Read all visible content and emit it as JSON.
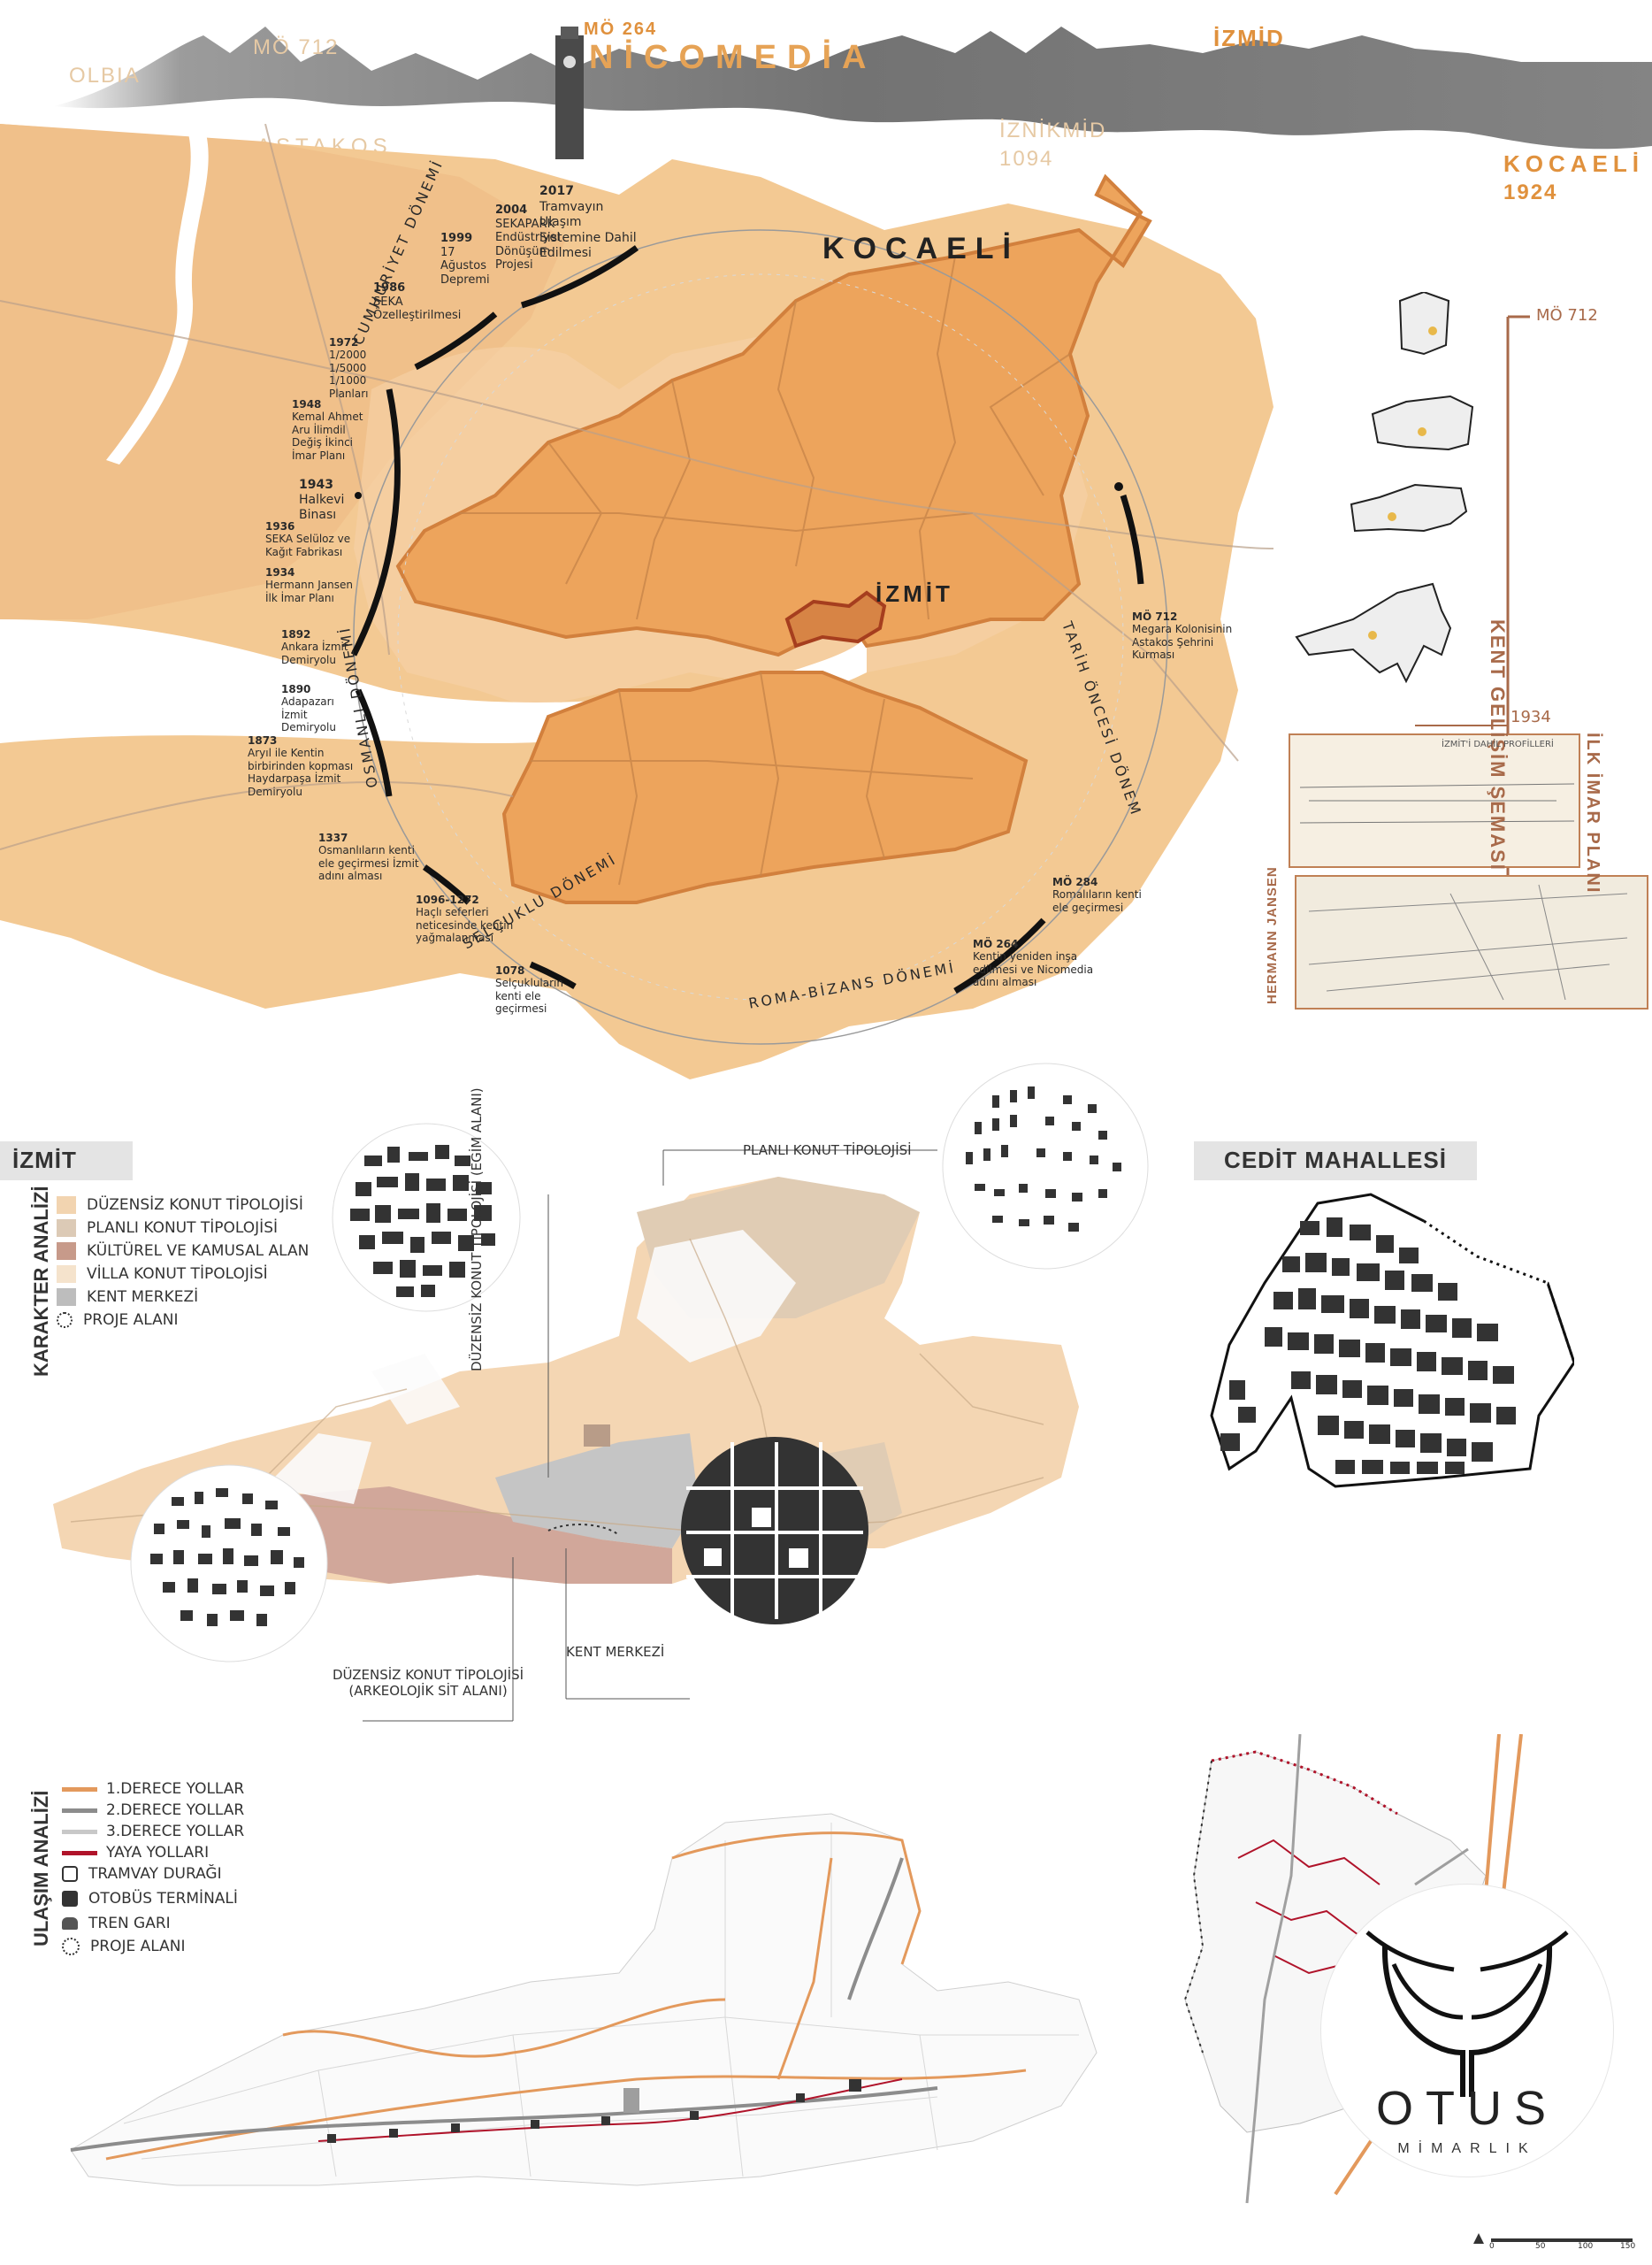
{
  "header": {
    "olbia": "OLBIA",
    "mo712": "MÖ 712",
    "astakos": "ASTAKOS",
    "mo264": "MÖ 264",
    "nicomedia": "NİCOMEDİA",
    "iznikmid": "İZNİKMİD",
    "year1094": "1094",
    "izmid": "İZMİD",
    "kocaeli": "KOCAELİ",
    "year1924": "1924"
  },
  "map": {
    "region_title": "KOCAELİ",
    "city_label": "İZMİT",
    "eras": {
      "cumhuriyet": "CUMHURİYET DÖNEMİ",
      "osmanli": "OSMANLI DÖNEMİ",
      "selcuklu": "SELÇUKLU DÖNEMİ",
      "roma": "ROMA-BİZANS DÖNEMİ",
      "tarih_oncesi": "TARİH ÖNCESİ DÖNEM"
    },
    "events": [
      {
        "year": "2017",
        "text": "Tramvayın Ulaşım Sistemine Dahil Edilmesi"
      },
      {
        "year": "2004",
        "text": "SEKAPARK Endüstriyel Dönüşüm Projesi"
      },
      {
        "year": "1999",
        "text": "17 Ağustos Depremi"
      },
      {
        "year": "1986",
        "text": "SEKA Özelleştirilmesi"
      },
      {
        "year": "1972",
        "text": "1/2000 1/5000 1/1000 Planları"
      },
      {
        "year": "1948",
        "text": "Kemal Ahmet Aru İlimdil Değiş İkinci İmar Planı"
      },
      {
        "year": "1943",
        "text": "Halkevi Binası"
      },
      {
        "year": "1936",
        "text": "SEKA Selüloz ve Kağıt Fabrikası"
      },
      {
        "year": "1934",
        "text": "Hermann Jansen İlk İmar Planı"
      },
      {
        "year": "1892",
        "text": "Ankara İzmit Demiryolu"
      },
      {
        "year": "1890",
        "text": "Adapazarı İzmit Demiryolu"
      },
      {
        "year": "1873",
        "text": "Aryıl ile Kentin birbirinden kopması Haydarpaşa İzmit Demiryolu"
      },
      {
        "year": "1337",
        "text": "Osmanlıların kenti ele geçirmesi İzmit adını alması"
      },
      {
        "year": "1096-1272",
        "text": "Haçlı seferleri neticesinde kentin yağmalanması"
      },
      {
        "year": "1078",
        "text": "Selçukluların kenti ele geçirmesi"
      },
      {
        "year": "MÖ 264",
        "text": "Kentin yeniden inşa edilmesi ve Nicomedia adını alması"
      },
      {
        "year": "MÖ 284",
        "text": "Romalıların kenti ele geçirmesi"
      },
      {
        "year": "MÖ 712",
        "text": "Megara Kolonisinin Astakos Şehrini Kurması"
      }
    ]
  },
  "kent": {
    "title": "KENT GELİŞİM ŞEMASI",
    "start": "MÖ 712",
    "mid": "1934",
    "plan_label": "İLK İMAR PLANI",
    "jansen_label": "HERMANN JANSEN",
    "plan_header": "İZMİT'İ DAHİL PROFİLLERİ"
  },
  "izmit": {
    "label": "İZMİT",
    "vertical_label": "KARAKTER ANALİZİ",
    "legend": [
      {
        "text": "DÜZENSİZ KONUT TİPOLOJİSİ",
        "color": "#f2d4b0"
      },
      {
        "text": "PLANLI KONUT TİPOLOJİSİ",
        "color": "#dccab6"
      },
      {
        "text": "KÜLTÜREL VE KAMUSAL ALAN",
        "color": "#c79a8a"
      },
      {
        "text": "VİLLA KONUT TİPOLOJİSİ",
        "color": "#f5e3cc"
      },
      {
        "text": "KENT MERKEZİ",
        "color": "#bdbdbd"
      },
      {
        "text": "PROJE ALANI",
        "color": "dotted"
      }
    ],
    "callouts": {
      "planli": "PLANLI KONUT TİPOLOJİSİ",
      "duzensiz_egim_1": "DÜZENSİZ KONUT TİPOLOJİSİ",
      "duzensiz_egim_2": "(EĞİM ALANI)",
      "kent_merkezi": "KENT MERKEZİ",
      "duzensiz_ark_1": "DÜZENSİZ KONUT TİPOLOJİSİ",
      "duzensiz_ark_2": "(ARKEOLOJİK SİT ALANI)"
    }
  },
  "cedit": {
    "label": "CEDİT MAHALLESİ"
  },
  "transport": {
    "vertical_label": "ULAŞIM ANALİZİ",
    "legend": [
      {
        "text": "1.DERECE YOLLAR",
        "color": "#e3995c",
        "kind": "line"
      },
      {
        "text": "2.DERECE YOLLAR",
        "color": "#8c8c8c",
        "kind": "line"
      },
      {
        "text": "3.DERECE YOLLAR",
        "color": "#c8c8c8",
        "kind": "line"
      },
      {
        "text": "YAYA YOLLARI",
        "color": "#b0132a",
        "kind": "line"
      },
      {
        "text": "TRAMVAY DURAĞI",
        "kind": "icon",
        "icon": "tram-icon"
      },
      {
        "text": "OTOBÜS TERMİNALİ",
        "kind": "icon",
        "icon": "bus-icon"
      },
      {
        "text": "TREN GARI",
        "kind": "icon",
        "icon": "train-icon"
      },
      {
        "text": "PROJE ALANI",
        "kind": "icon",
        "icon": "dotted-circle-icon"
      }
    ]
  },
  "logo": {
    "name": "OTUS",
    "sub": "MİMARLIK"
  },
  "scale": {
    "ticks": [
      "0",
      "50",
      "100",
      "150"
    ]
  }
}
